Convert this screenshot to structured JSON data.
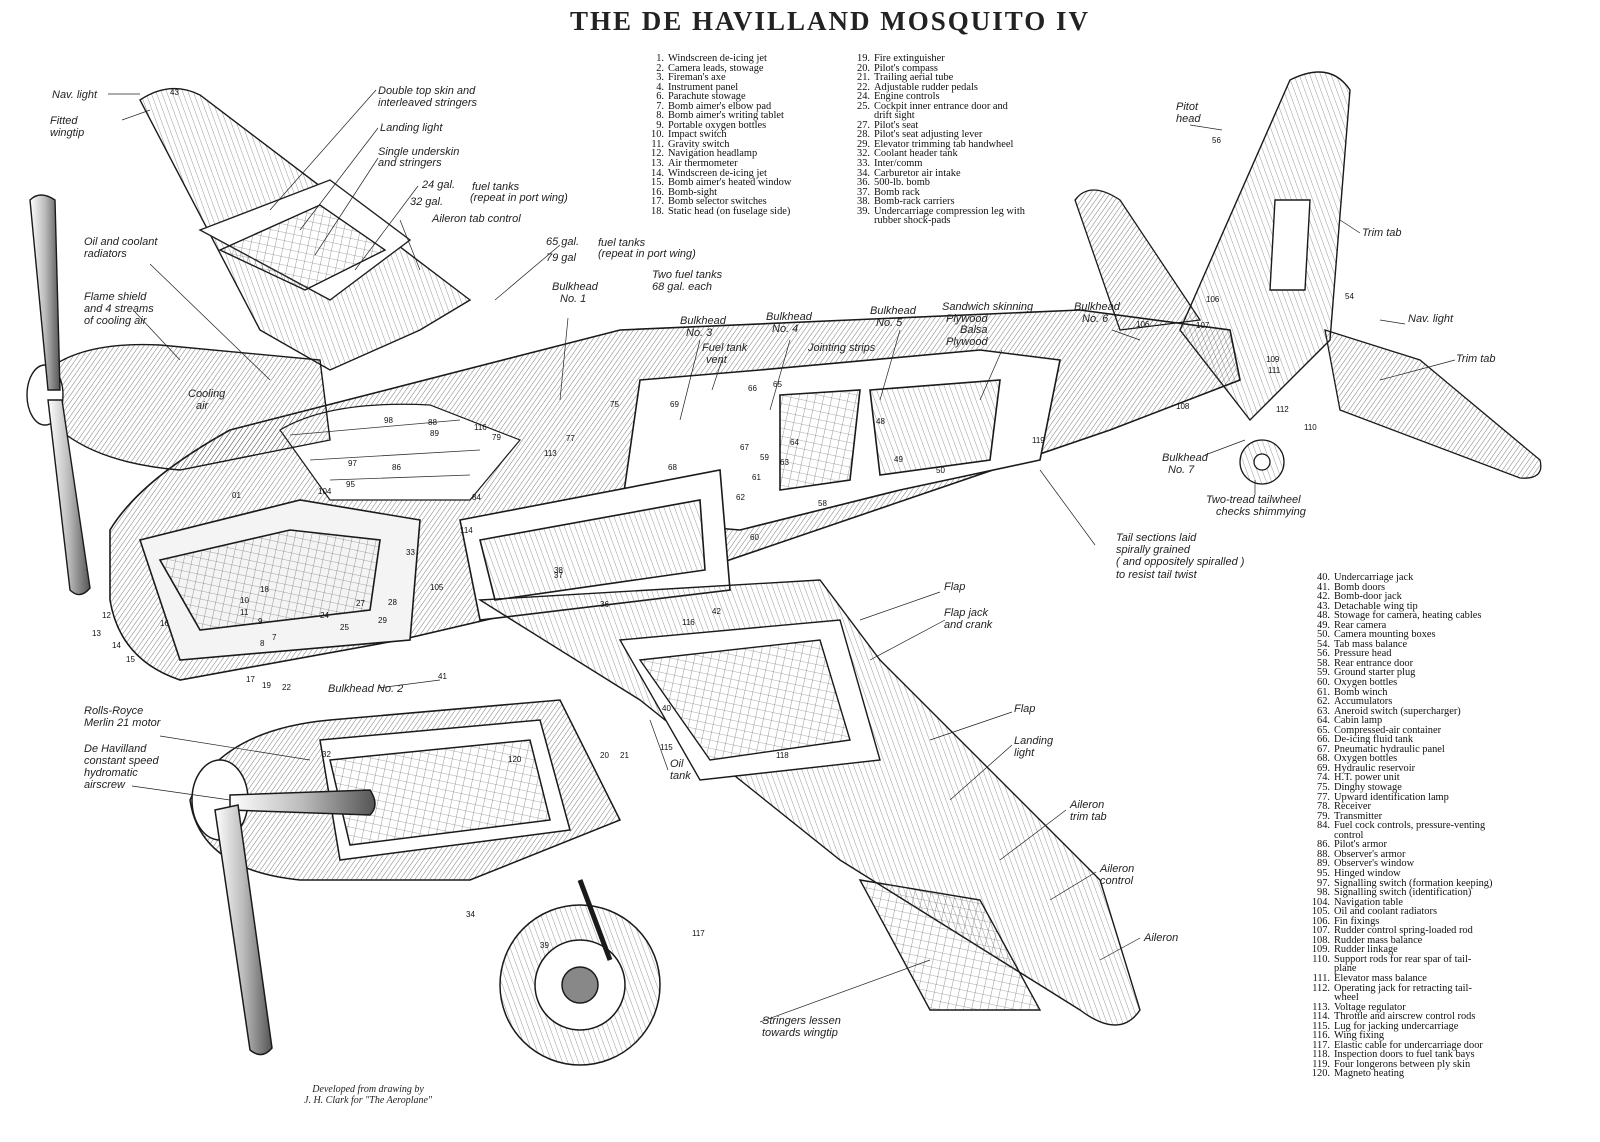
{
  "title": "THE DE HAVILLAND MOSQUITO IV",
  "credit": {
    "line1": "Developed from drawing by",
    "line2": "J. H. Clark for \"The Aeroplane\""
  },
  "legend_columns": [
    [
      {
        "num": "1.",
        "text": "Windscreen de-icing jet"
      },
      {
        "num": "2.",
        "text": "Camera leads, stowage"
      },
      {
        "num": "3.",
        "text": "Fireman's axe"
      },
      {
        "num": "4.",
        "text": "Instrument panel"
      },
      {
        "num": "6.",
        "text": "Parachute stowage"
      },
      {
        "num": "7.",
        "text": "Bomb aimer's elbow pad"
      },
      {
        "num": "8.",
        "text": "Bomb aimer's writing tablet"
      },
      {
        "num": "9.",
        "text": "Portable oxygen bottles"
      },
      {
        "num": "10.",
        "text": "Impact switch"
      },
      {
        "num": "11.",
        "text": "Gravity switch"
      },
      {
        "num": "12.",
        "text": "Navigation headlamp"
      },
      {
        "num": "13.",
        "text": "Air thermometer"
      },
      {
        "num": "14.",
        "text": "Windscreen de-icing jet"
      },
      {
        "num": "15.",
        "text": "Bomb aimer's heated window"
      },
      {
        "num": "16.",
        "text": "Bomb-sight"
      },
      {
        "num": "17.",
        "text": "Bomb selector switches"
      },
      {
        "num": "18.",
        "text": "Static head (on fuselage side)"
      }
    ],
    [
      {
        "num": "19.",
        "text": "Fire extinguisher"
      },
      {
        "num": "20.",
        "text": "Pilot's compass"
      },
      {
        "num": "21.",
        "text": "Trailing aerial tube"
      },
      {
        "num": "22.",
        "text": "Adjustable rudder pedals"
      },
      {
        "num": "24.",
        "text": "Engine controls"
      },
      {
        "num": "25.",
        "text": "Cockpit inner entrance door and",
        "cont": "drift sight"
      },
      {
        "num": "27.",
        "text": "Pilot's seat"
      },
      {
        "num": "28.",
        "text": "Pilot's seat adjusting lever"
      },
      {
        "num": "29.",
        "text": "Elevator trimming tab handwheel"
      },
      {
        "num": "32.",
        "text": "Coolant header tank"
      },
      {
        "num": "33.",
        "text": "Inter/comm"
      },
      {
        "num": "34.",
        "text": "Carburetor air intake"
      },
      {
        "num": "36.",
        "text": "500-lb. bomb"
      },
      {
        "num": "37.",
        "text": "Bomb rack"
      },
      {
        "num": "38.",
        "text": "Bomb-rack carriers"
      },
      {
        "num": "39.",
        "text": "Undercarriage compression leg with",
        "cont": "rubber shock-pads"
      }
    ],
    [
      {
        "num": "40.",
        "text": "Undercarriage jack"
      },
      {
        "num": "41.",
        "text": "Bomb doors"
      },
      {
        "num": "42.",
        "text": "Bomb-door jack"
      },
      {
        "num": "43.",
        "text": "Detachable wing tip"
      },
      {
        "num": "48.",
        "text": "Stowage for camera, heating cables"
      },
      {
        "num": "49.",
        "text": "Rear camera"
      },
      {
        "num": "50.",
        "text": "Camera mounting boxes"
      },
      {
        "num": "54.",
        "text": "Tab mass balance"
      },
      {
        "num": "56.",
        "text": "Pressure head"
      },
      {
        "num": "58.",
        "text": "Rear entrance door"
      },
      {
        "num": "59.",
        "text": "Ground starter plug"
      },
      {
        "num": "60.",
        "text": "Oxygen bottles"
      },
      {
        "num": "61.",
        "text": "Bomb winch"
      },
      {
        "num": "62.",
        "text": "Accumulators"
      },
      {
        "num": "63.",
        "text": "Aneroid switch (supercharger)"
      },
      {
        "num": "64.",
        "text": "Cabin lamp"
      },
      {
        "num": "65.",
        "text": "Compressed-air container"
      },
      {
        "num": "66.",
        "text": "De-icing fluid tank"
      },
      {
        "num": "67.",
        "text": "Pneumatic hydraulic panel"
      },
      {
        "num": "68.",
        "text": "Oxygen bottles"
      },
      {
        "num": "69.",
        "text": "Hydraulic reservoir"
      },
      {
        "num": "74.",
        "text": "H.T. power unit"
      },
      {
        "num": "75.",
        "text": "Dinghy stowage"
      },
      {
        "num": "77.",
        "text": "Upward identification lamp"
      },
      {
        "num": "78.",
        "text": "Receiver"
      },
      {
        "num": "79.",
        "text": "Transmitter"
      },
      {
        "num": "84.",
        "text": "Fuel cock controls, pressure-venting",
        "cont": "control"
      },
      {
        "num": "86.",
        "text": "Pilot's armor"
      },
      {
        "num": "88.",
        "text": "Observer's armor"
      },
      {
        "num": "89.",
        "text": "Observer's window"
      },
      {
        "num": "95.",
        "text": "Hinged window"
      },
      {
        "num": "97.",
        "text": "Signalling switch (formation keeping)"
      },
      {
        "num": "98.",
        "text": "Signalling switch (identification)"
      },
      {
        "num": "104.",
        "text": "Navigation table"
      },
      {
        "num": "105.",
        "text": "Oil and coolant radiators"
      },
      {
        "num": "106.",
        "text": "Fin fixings"
      },
      {
        "num": "107.",
        "text": "Rudder control spring-loaded rod"
      },
      {
        "num": "108.",
        "text": "Rudder mass balance"
      },
      {
        "num": "109.",
        "text": "Rudder linkage"
      },
      {
        "num": "110.",
        "text": "Support rods for rear spar of tail-",
        "cont": "plane"
      },
      {
        "num": "111.",
        "text": "Elevator mass balance"
      },
      {
        "num": "112.",
        "text": "Operating jack for retracting tail-",
        "cont": "wheel"
      },
      {
        "num": "113.",
        "text": "Voltage regulator"
      },
      {
        "num": "114.",
        "text": "Throttle and airscrew control rods"
      },
      {
        "num": "115.",
        "text": "Lug for jacking undercarriage"
      },
      {
        "num": "116.",
        "text": "Wing fixing"
      },
      {
        "num": "117.",
        "text": "Elastic cable for undercarriage door"
      },
      {
        "num": "118.",
        "text": "Inspection doors to fuel tank bays"
      },
      {
        "num": "119.",
        "text": "Four longerons between ply skin"
      },
      {
        "num": "120.",
        "text": "Magneto heating"
      }
    ]
  ],
  "callouts": [
    "Nav. light",
    "Fitted",
    "wingtip",
    "Double top skin and",
    "interleaved stringers",
    "Landing light",
    "Single underskin",
    "and stringers",
    "24 gal.",
    "32 gal.",
    "fuel tanks",
    "(repeat in port wing)",
    "Aileron tab control",
    "Oil and coolant",
    "radiators",
    "65 gal.",
    "79 gal",
    "fuel tanks",
    "(repeat in port wing)",
    "Two fuel tanks",
    "68 gal. each",
    "Flame shield",
    "and 4 streams",
    "of cooling air",
    "Bulkhead",
    "No. 1",
    "Bulkhead",
    "No. 3",
    "Fuel tank",
    "vent",
    "Bulkhead",
    "No. 4",
    "Bulkhead",
    "No. 5",
    "Sandwich skinning",
    "Plywood",
    "Balsa",
    "Plywood",
    "Bulkhead",
    "No. 6",
    "Jointing strips",
    "Cooling",
    "air",
    "Pitot",
    "head",
    "Trim tab",
    "Nav. light",
    "Trim tab",
    "Bulkhead",
    "No. 7",
    "Two-tread tailwheel",
    "checks shimmying",
    "Tail sections laid",
    "spirally grained",
    "( and oppositely spiralled )",
    "to resist tail twist",
    "Flap",
    "Flap jack",
    "and crank",
    "Bulkhead No. 2",
    "Rolls-Royce",
    "Merlin 21 motor",
    "De Havilland",
    "constant speed",
    "hydromatic",
    "airscrew",
    "Oil",
    "tank",
    "Flap",
    "Landing",
    "light",
    "Aileron",
    "trim tab",
    "Aileron",
    "control",
    "Aileron",
    "Stringers lessen",
    "towards wingtip"
  ],
  "part_numbers": [
    "43",
    "56",
    "54",
    "106",
    "106",
    "107",
    "109",
    "111",
    "108",
    "112",
    "110",
    "65",
    "66",
    "75",
    "77",
    "116",
    "79",
    "88",
    "89",
    "98",
    "97",
    "86",
    "95",
    "104",
    "01",
    "84",
    "113",
    "69",
    "68",
    "67",
    "64",
    "63",
    "62",
    "61",
    "59",
    "60",
    "58",
    "48",
    "49",
    "50",
    "119",
    "114",
    "33",
    "105",
    "28",
    "27",
    "29",
    "25",
    "24",
    "10",
    "11",
    "9",
    "8",
    "7",
    "18",
    "16",
    "12",
    "13",
    "14",
    "15",
    "17",
    "19",
    "22",
    "32",
    "38",
    "37",
    "36",
    "116",
    "42",
    "41",
    "40",
    "115",
    "118",
    "120",
    "39",
    "117",
    "34",
    "20",
    "21"
  ],
  "colors": {
    "ink": "#1a1a1a",
    "paper": "#ffffff",
    "shade": "#c8c8c8"
  }
}
